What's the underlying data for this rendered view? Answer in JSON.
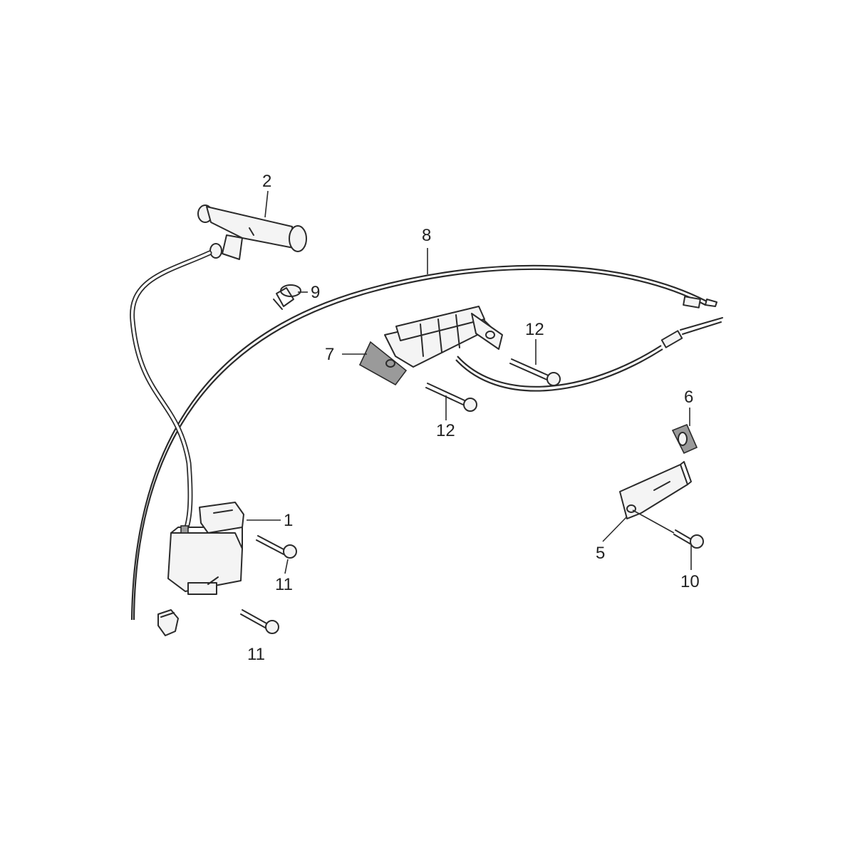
{
  "callouts": {
    "c1": "1",
    "c2": "2",
    "c5": "5",
    "c6": "6",
    "c7": "7",
    "c8": "8",
    "c9": "9",
    "c10": "10",
    "c11a": "11",
    "c11b": "11",
    "c12a": "12",
    "c12b": "12"
  },
  "colors": {
    "line": "#2a2a2a",
    "background": "#ffffff"
  }
}
